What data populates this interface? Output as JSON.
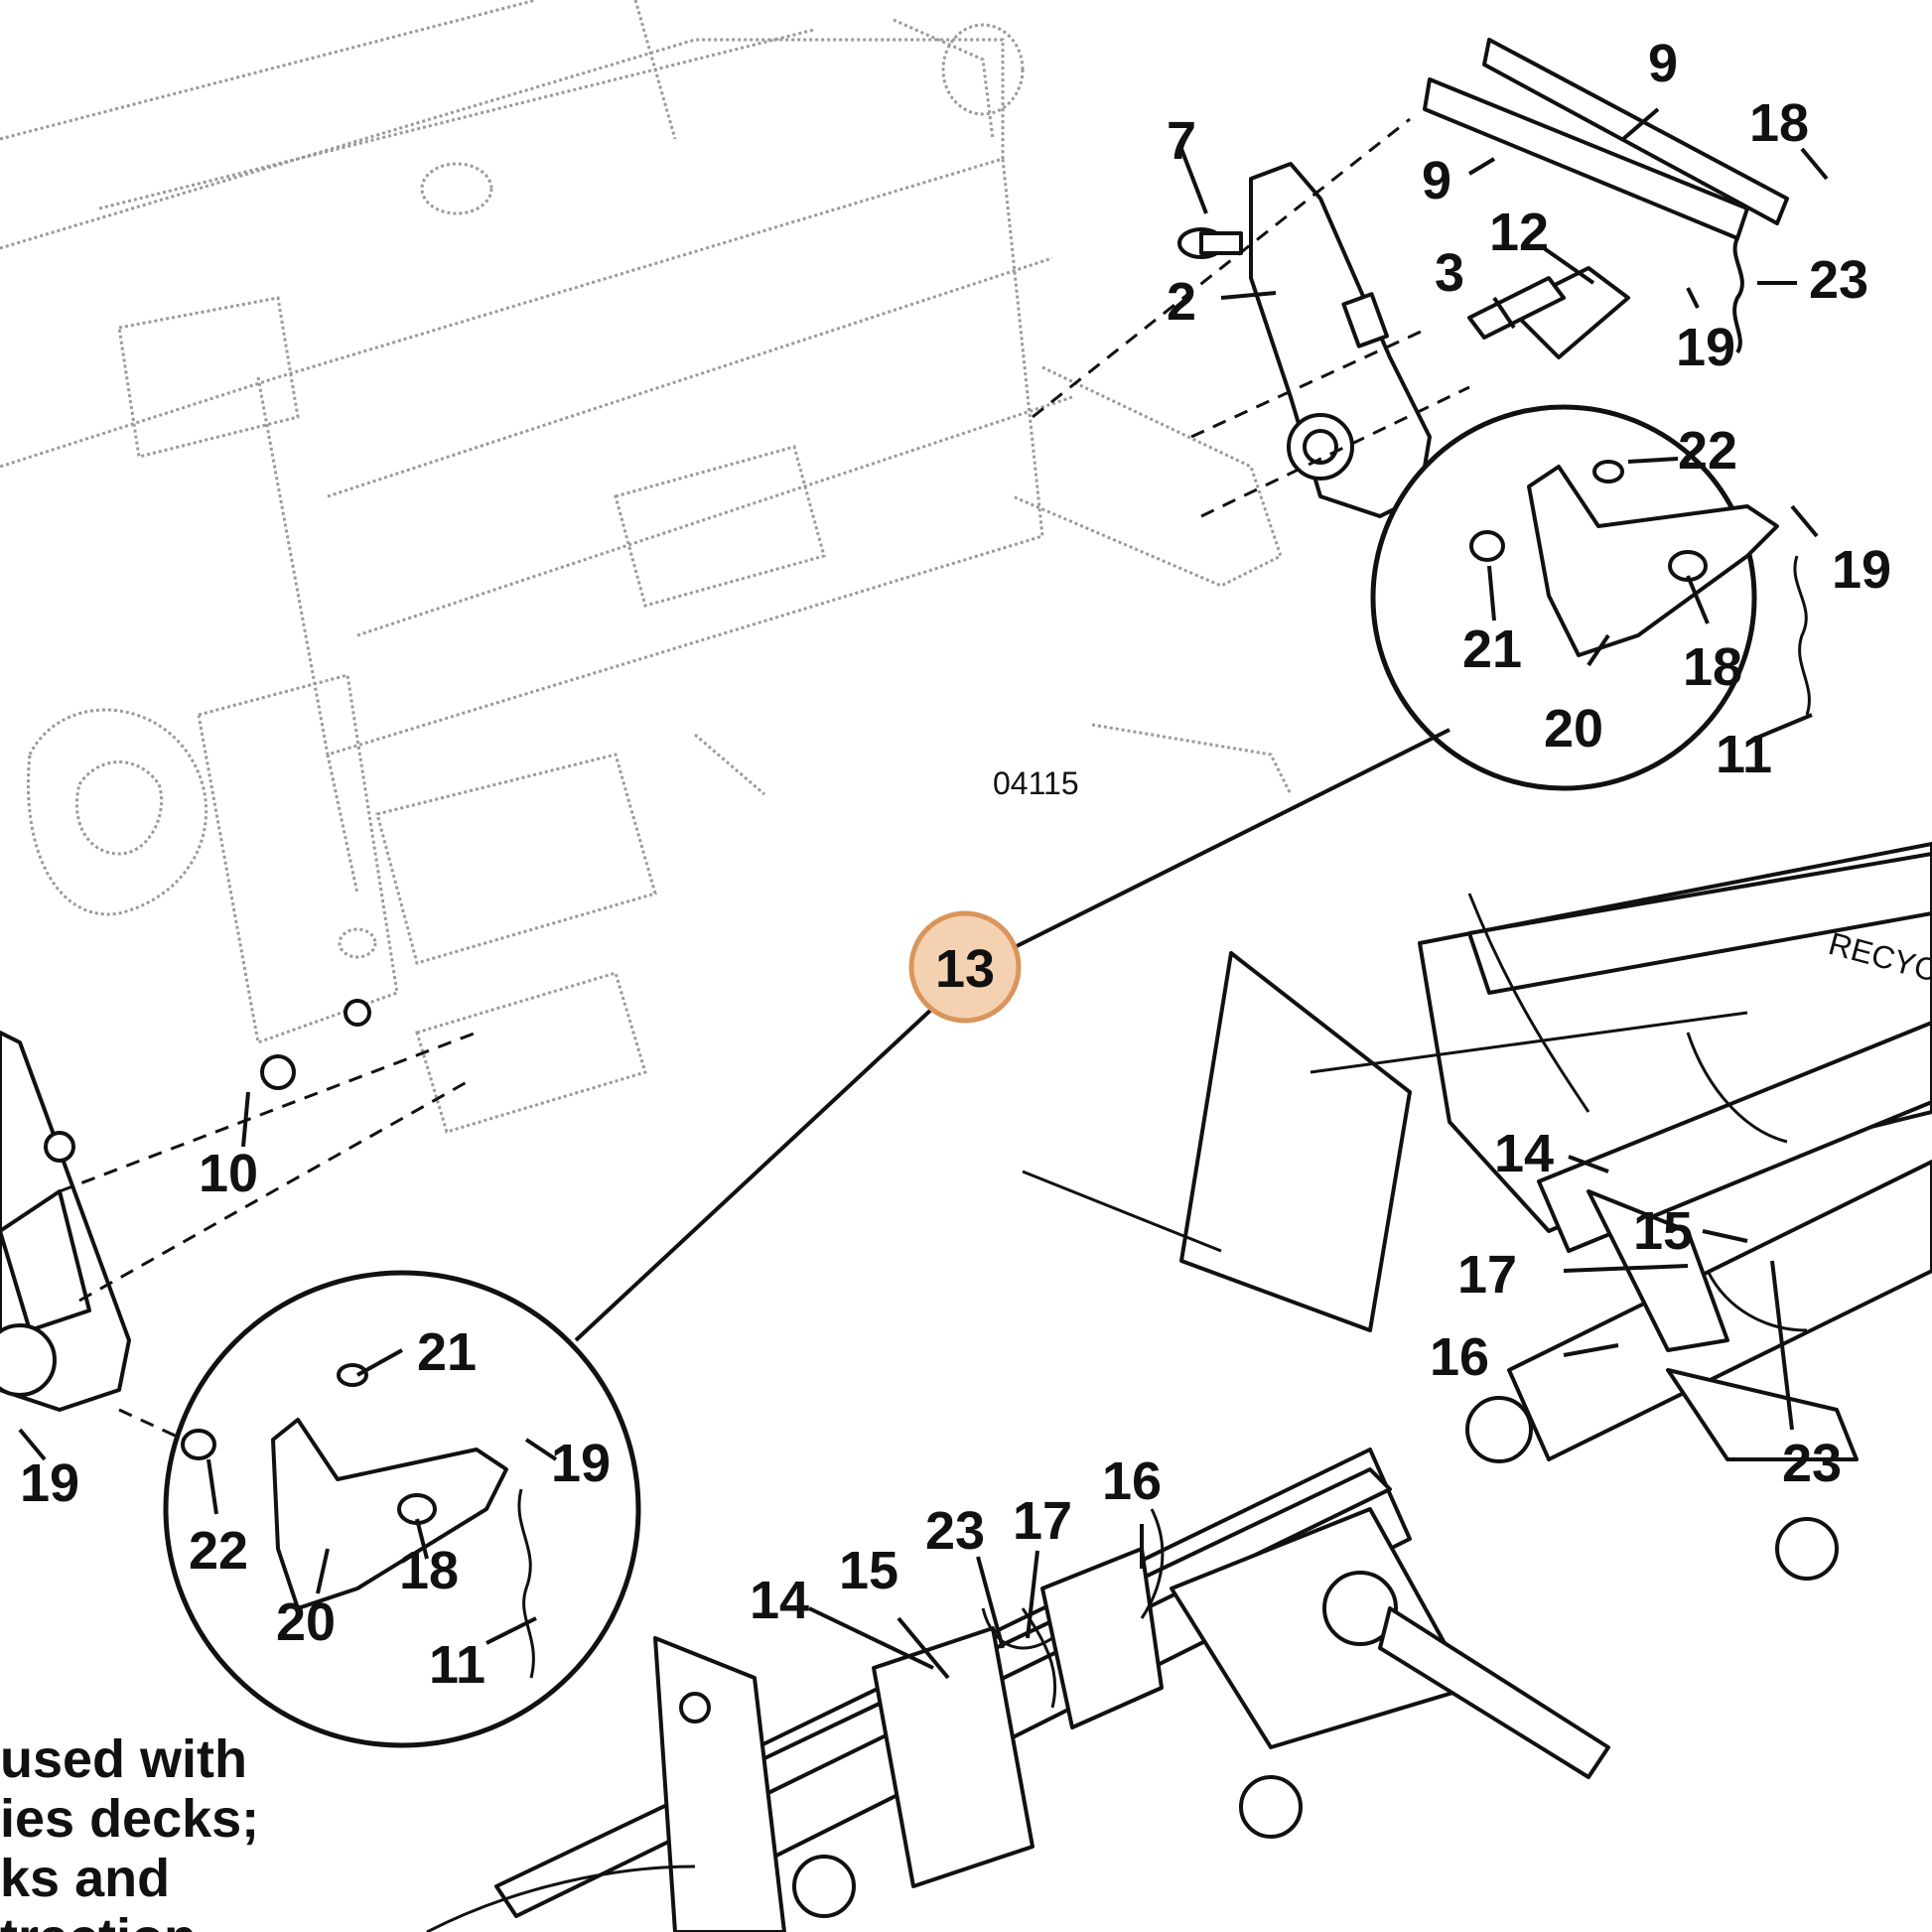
{
  "diagram": {
    "drawing_number": "04115",
    "highlighted_callout": "13",
    "highlight_color": "#f2c9a3",
    "highlight_border": "#d9955a",
    "callouts": {
      "c7": "7",
      "c9a": "9",
      "c9b": "9",
      "c18_top": "18",
      "c2": "2",
      "c12": "12",
      "c3": "3",
      "c23_top": "23",
      "c19_top": "19",
      "c22_r": "22",
      "c19_r": "19",
      "c21_r": "21",
      "c18_r": "18",
      "c20_r": "20",
      "c11_r": "11",
      "c10": "10",
      "c19_left": "19",
      "c21_l": "21",
      "c19_l": "19",
      "c22_l": "22",
      "c18_l": "18",
      "c20_l": "20",
      "c11_l": "11",
      "c14_r": "14",
      "c15_r": "15",
      "c17_r": "17",
      "c16_r": "16",
      "c23_r": "23",
      "c14_b": "14",
      "c15_b": "15",
      "c23_b": "23",
      "c17_b": "17",
      "c16_b": "16"
    },
    "note_lines": [
      "used with",
      "ies decks;",
      "ks and",
      "traction"
    ],
    "deck_label": "RECYCLER"
  }
}
